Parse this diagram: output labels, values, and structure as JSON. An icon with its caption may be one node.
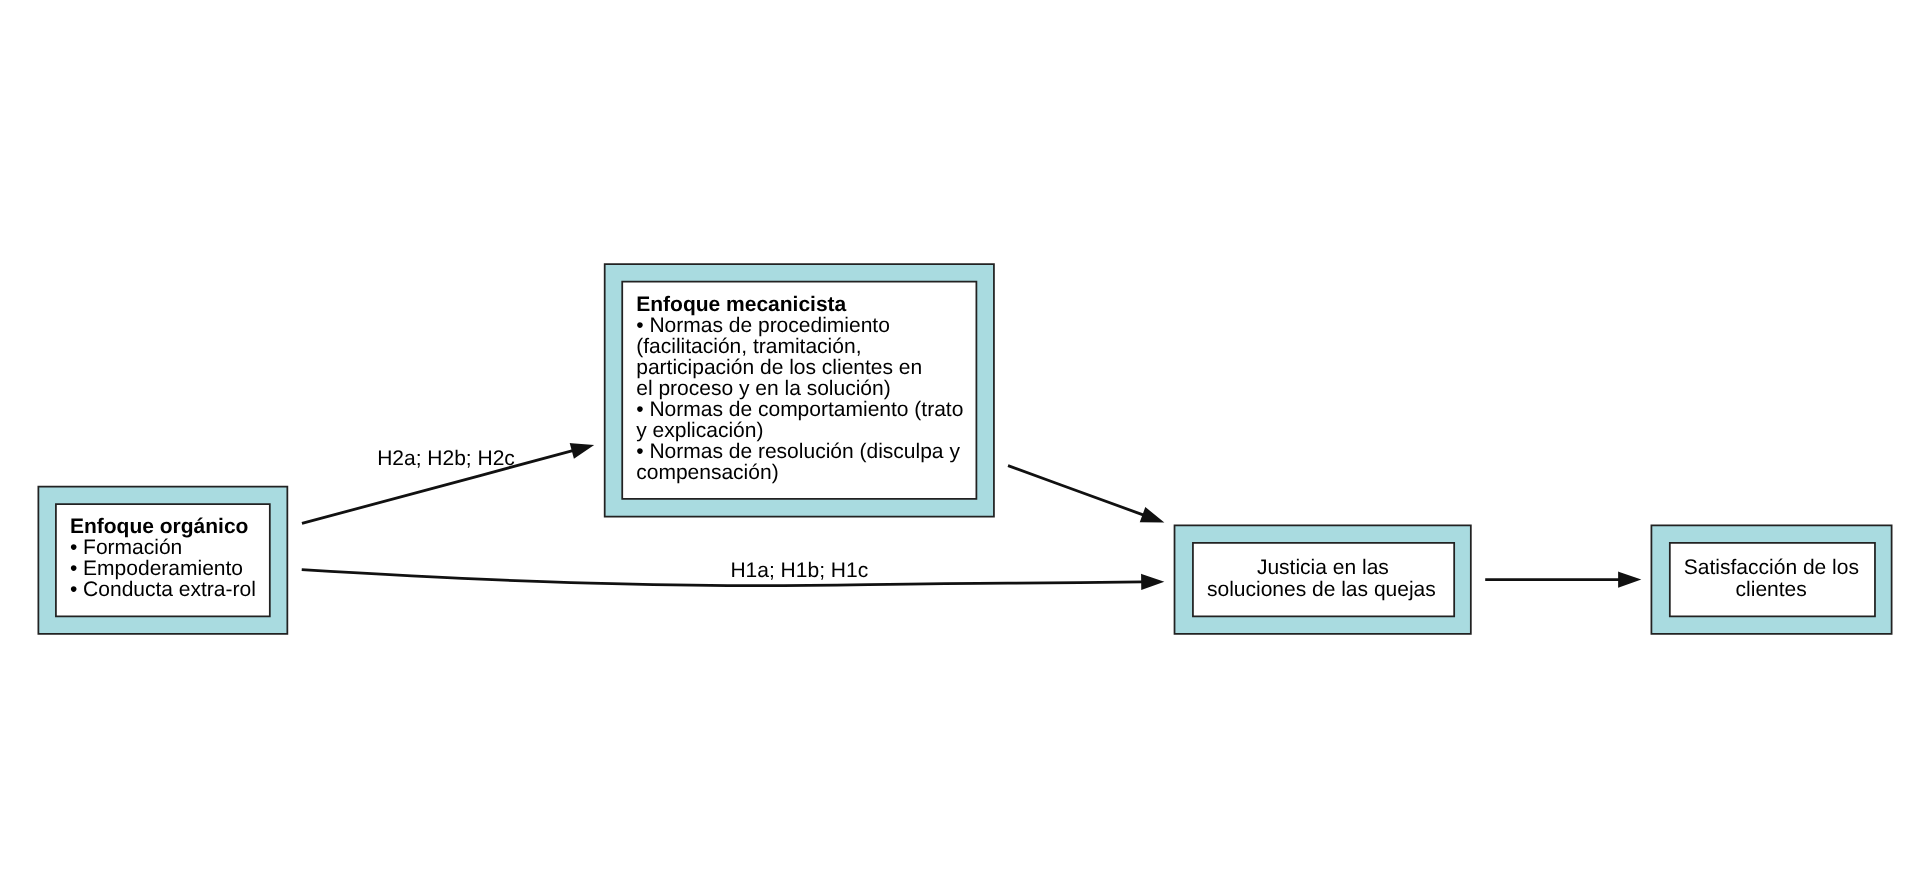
{
  "diagram": {
    "nodes": [
      {
        "text": [
          "Enfoque orgánico",
          "• Formación",
          "• Empoderamiento",
          "• Conducta extra-rol"
        ]
      },
      {
        "text": [
          "Enfoque mecanicista",
          "• Normas de procedimiento (facilitación, tramitación, participación de los clientes en el proceso y en la solución)",
          "• Normas de comportamiento (trato y explicación)",
          "• Normas de resolución (disculpa y compensación)"
        ]
      },
      {
        "text": [
          "Justicia en las soluciones de las quejas"
        ]
      },
      {
        "text": [
          "Satisfacción de los clientes"
        ]
      }
    ],
    "edges": [
      {
        "from": 0,
        "to": 2,
        "arrow": "to",
        "label": "H1a; H1b; H1c"
      },
      {
        "from": 0,
        "to": 1,
        "arrow": "to",
        "label": "H2a; H2b; H2c"
      },
      {
        "from": 1,
        "to": 2,
        "arrow": "to"
      },
      {
        "from": 2,
        "to": 3,
        "arrow": "to"
      }
    ]
  }
}
